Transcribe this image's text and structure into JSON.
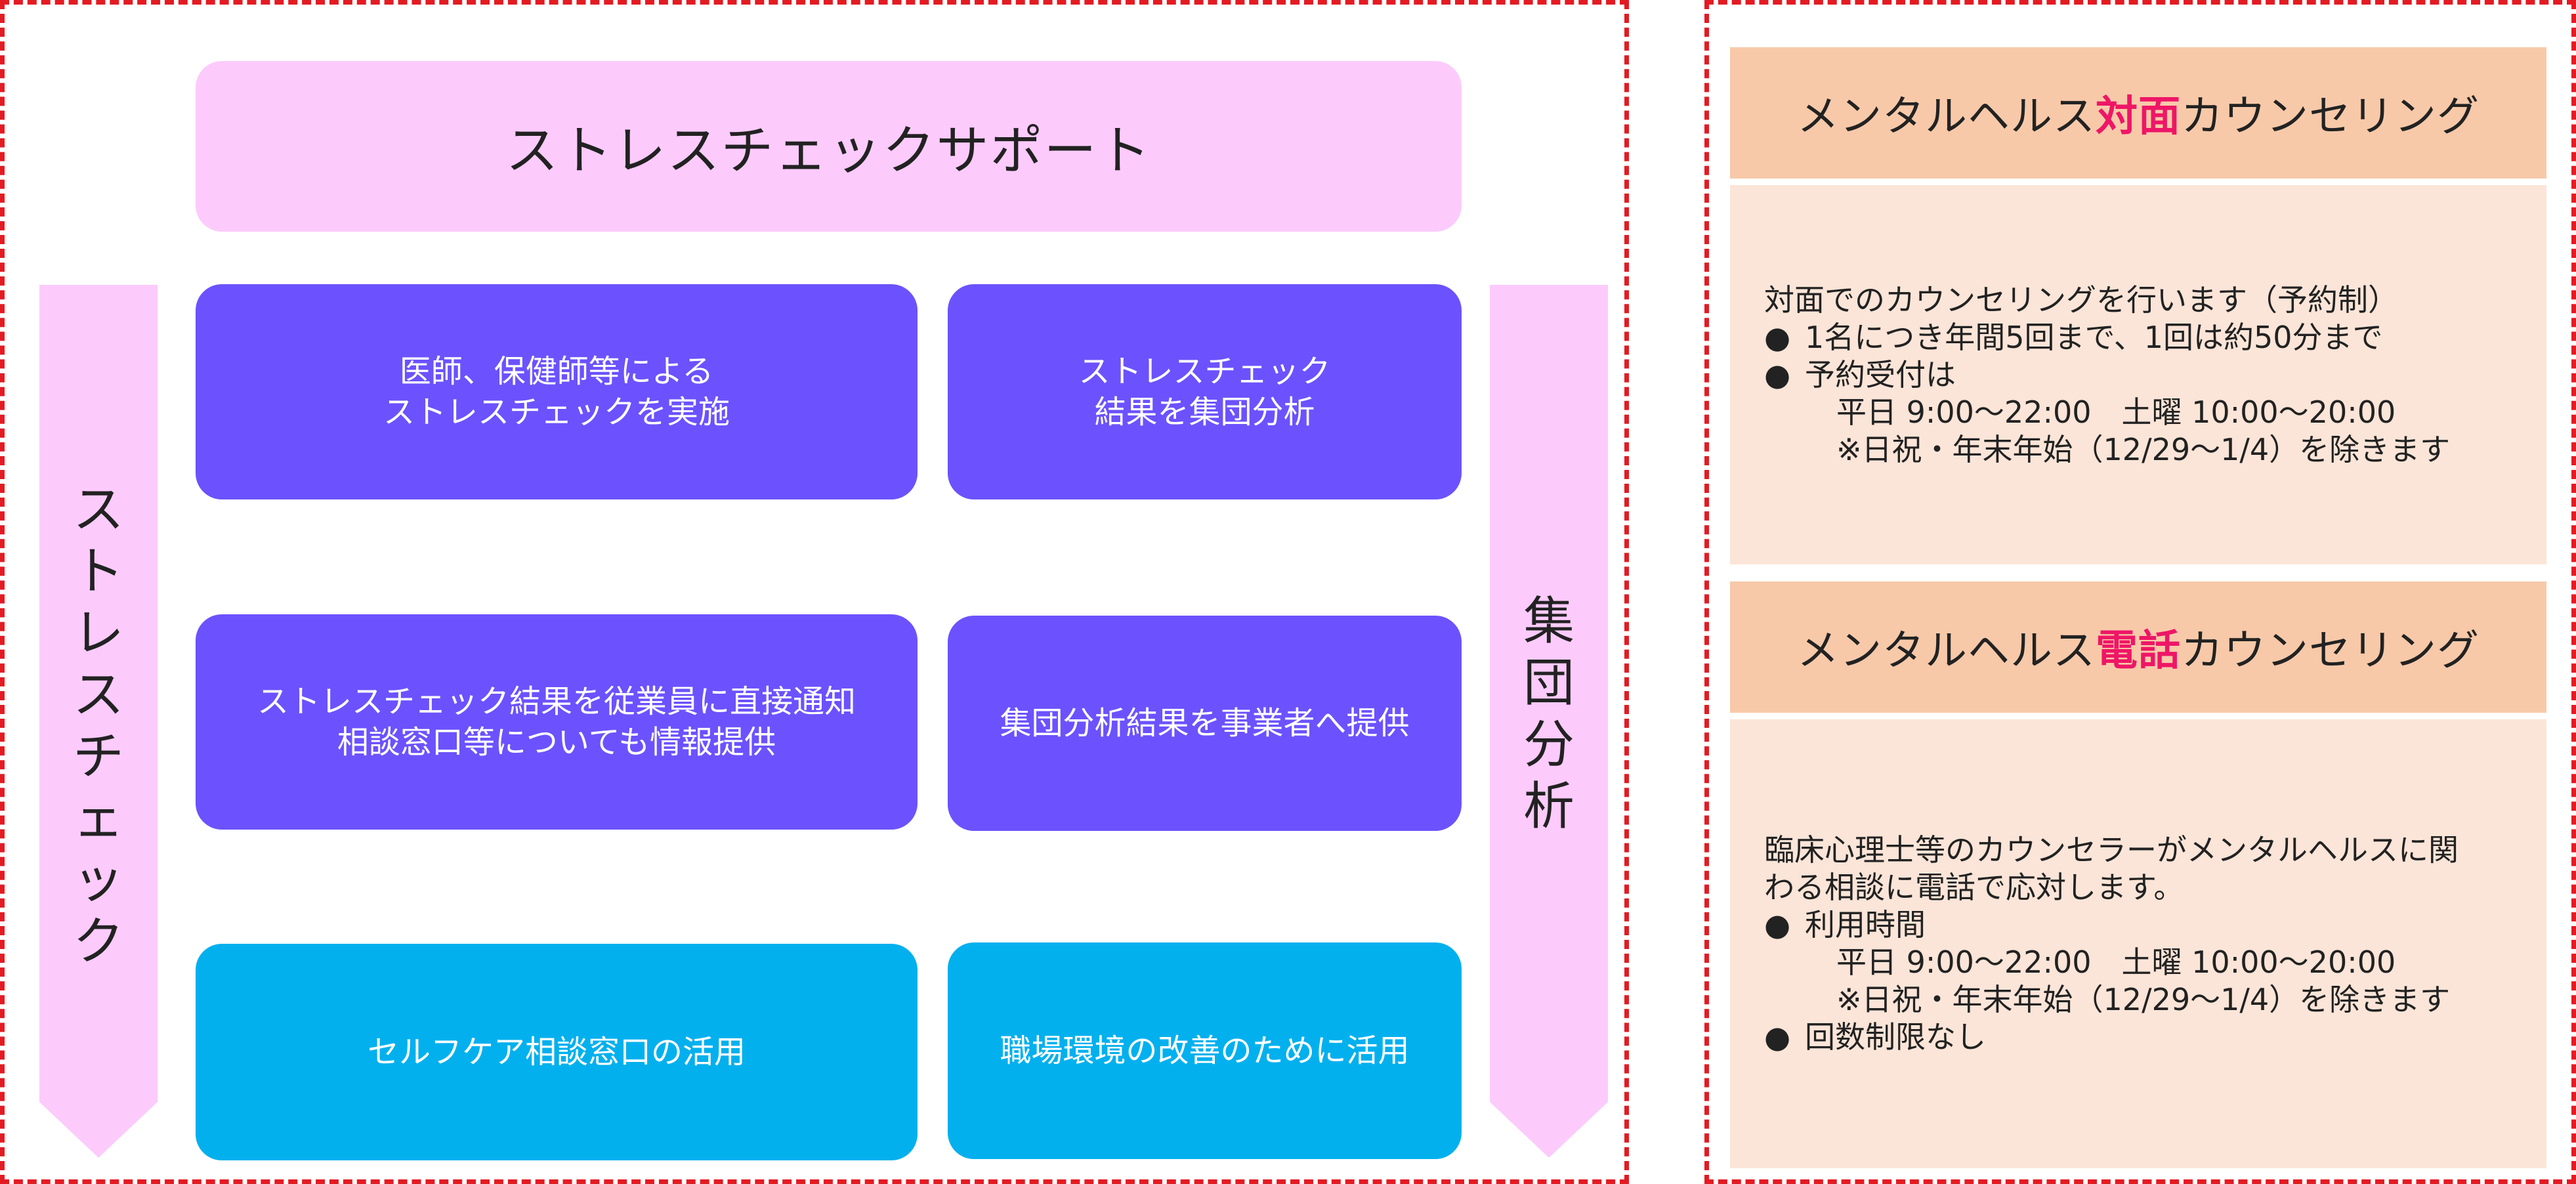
{
  "colors": {
    "frame_dash": "#e31b23",
    "header_pink": "#fccbfc",
    "arrow_pink": "#fccbfc",
    "box_purple": "#6b52fe",
    "box_blue": "#03b0ee",
    "panel_head": "#f7c9a9",
    "panel_body": "#fbe5d8",
    "accent": "#ee1666"
  },
  "left": {
    "header": "ストレスチェックサポート",
    "arrow_left_label": [
      "ス",
      "ト",
      "レ",
      "ス",
      "チ",
      "ェ",
      "ッ",
      "ク"
    ],
    "arrow_right_label": [
      "集",
      "団",
      "分",
      "析"
    ],
    "boxes": {
      "r1_left_line1": "医師、保健師等による",
      "r1_left_line2": "ストレスチェックを実施",
      "r1_right_line1": "ストレスチェック",
      "r1_right_line2": "結果を集団分析",
      "r2_left_line1": "ストレスチェック結果を従業員に直接通知",
      "r2_left_line2": "相談窓口等についても情報提供",
      "r2_right": "集団分析結果を事業者へ提供",
      "r3_left": "セルフケア相談窓口の活用",
      "r3_right": "職場環境の改善のために活用"
    }
  },
  "face_panel": {
    "title_pre": "メンタルヘルス",
    "title_accent": "対面",
    "title_post": "カウンセリング",
    "intro": "対面でのカウンセリングを行います（予約制）",
    "bullet1": "1名につき年間5回まで、1回は約50分まで",
    "bullet2": "予約受付は",
    "hours": "平日 9:00～22:00　土曜 10:00～20:00",
    "note": "※日祝・年末年始（12/29～1/4）を除きます"
  },
  "phone_panel": {
    "title_pre": "メンタルヘルス",
    "title_accent": "電話",
    "title_post": "カウンセリング",
    "intro_line1": "臨床心理士等のカウンセラーがメンタルヘルスに関",
    "intro_line2": "わる相談に電話で応対します。",
    "bullet1": "利用時間",
    "hours": "平日 9:00～22:00　土曜 10:00～20:00",
    "note": "※日祝・年末年始（12/29～1/4）を除きます",
    "bullet2": "回数制限なし"
  },
  "bullet_glyph": "●"
}
